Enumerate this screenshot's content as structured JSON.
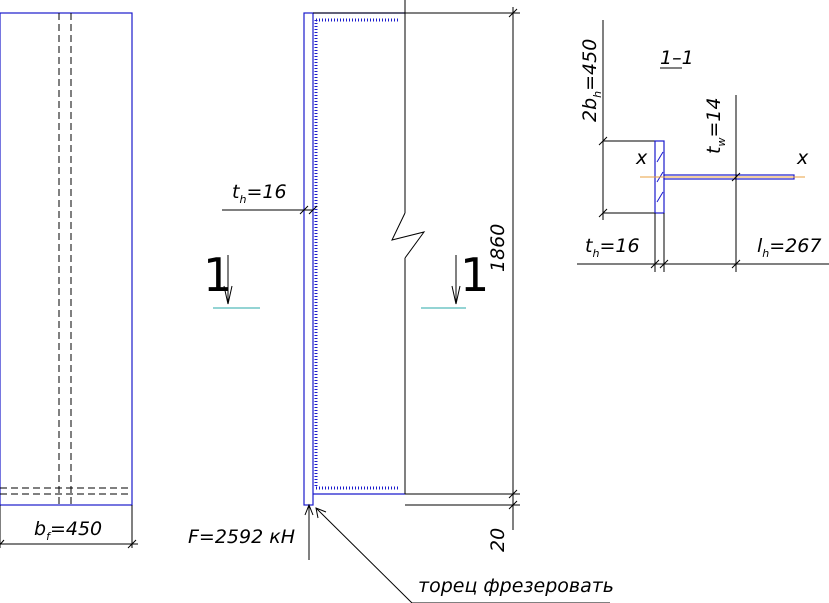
{
  "labels": {
    "bf_base": "b",
    "bf_sub": "f",
    "bf_val": "=450",
    "th_left_base": "t",
    "th_left_sub": "h",
    "th_left_val": "=16",
    "section_left": "1",
    "section_right": "1",
    "height_dim": "1860",
    "bottom_dim": "20",
    "force": "F=2592 кН",
    "note": "торец фрезеровать",
    "section_title": "1–1",
    "twobh_pre": "2b",
    "twobh_sub": "h",
    "twobh_val": "=450",
    "tw_base": "t",
    "tw_sub": "w",
    "tw_val": "=14",
    "axis_x_left": "x",
    "axis_x_right": "x",
    "th_right_base": "t",
    "th_right_sub": "h",
    "th_right_val": "=16",
    "lh_base": "l",
    "lh_sub": "h",
    "lh_val": "=267"
  },
  "colors": {
    "outline": "#1a1acc",
    "section_mark": "#2aa8a8",
    "axis": "#e8a040"
  }
}
